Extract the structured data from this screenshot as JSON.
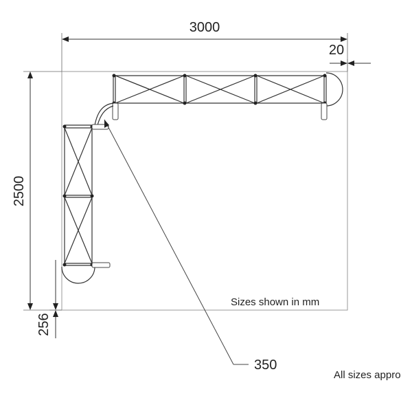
{
  "drawing": {
    "dimensions": {
      "width": "3000",
      "depth": "2500",
      "end_gap": "20",
      "bottom_offset": "256",
      "radius": "350"
    },
    "notes": {
      "sizes_unit": "Sizes shown in mm",
      "approx": "All sizes appro"
    }
  }
}
